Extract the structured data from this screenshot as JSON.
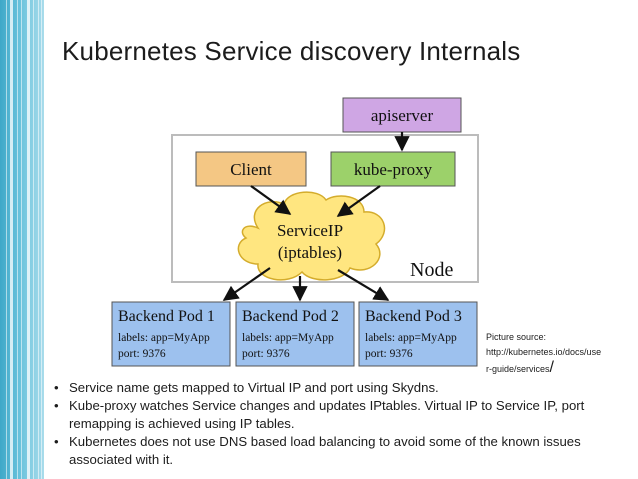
{
  "slide": {
    "title": "Kubernetes Service discovery Internals",
    "accent_color": "#4fb6d6"
  },
  "diagram": {
    "apiserver": {
      "label": "apiserver",
      "fill": "#cfa6e4"
    },
    "node": {
      "label": "Node"
    },
    "client": {
      "label": "Client",
      "fill": "#f4c784"
    },
    "kube_proxy": {
      "label": "kube-proxy",
      "fill": "#9cd16a"
    },
    "service_ip": {
      "label_line1": "ServiceIP",
      "label_line2": "(iptables)",
      "fill": "#ffe680"
    },
    "pods": [
      {
        "title": "Backend Pod 1",
        "labels": "labels: app=MyApp",
        "port": "port: 9376"
      },
      {
        "title": "Backend Pod 2",
        "labels": "labels: app=MyApp",
        "port": "port: 9376"
      },
      {
        "title": "Backend Pod 3",
        "labels": "labels: app=MyApp",
        "port": "port: 9376"
      }
    ],
    "pod_fill": "#9dc1ee"
  },
  "source": {
    "line1": "Picture source:",
    "line2": "http://kubernetes.io/docs/use",
    "line3": "r-guide/services",
    "slash": "/"
  },
  "bullets": [
    "Service name gets mapped to Virtual IP and port using Skydns.",
    "Kube-proxy watches Service changes and updates IPtables. Virtual IP to Service IP, port remapping is achieved using IP tables.",
    "Kubernetes does not use DNS based load balancing to avoid some of the known issues associated with it."
  ]
}
